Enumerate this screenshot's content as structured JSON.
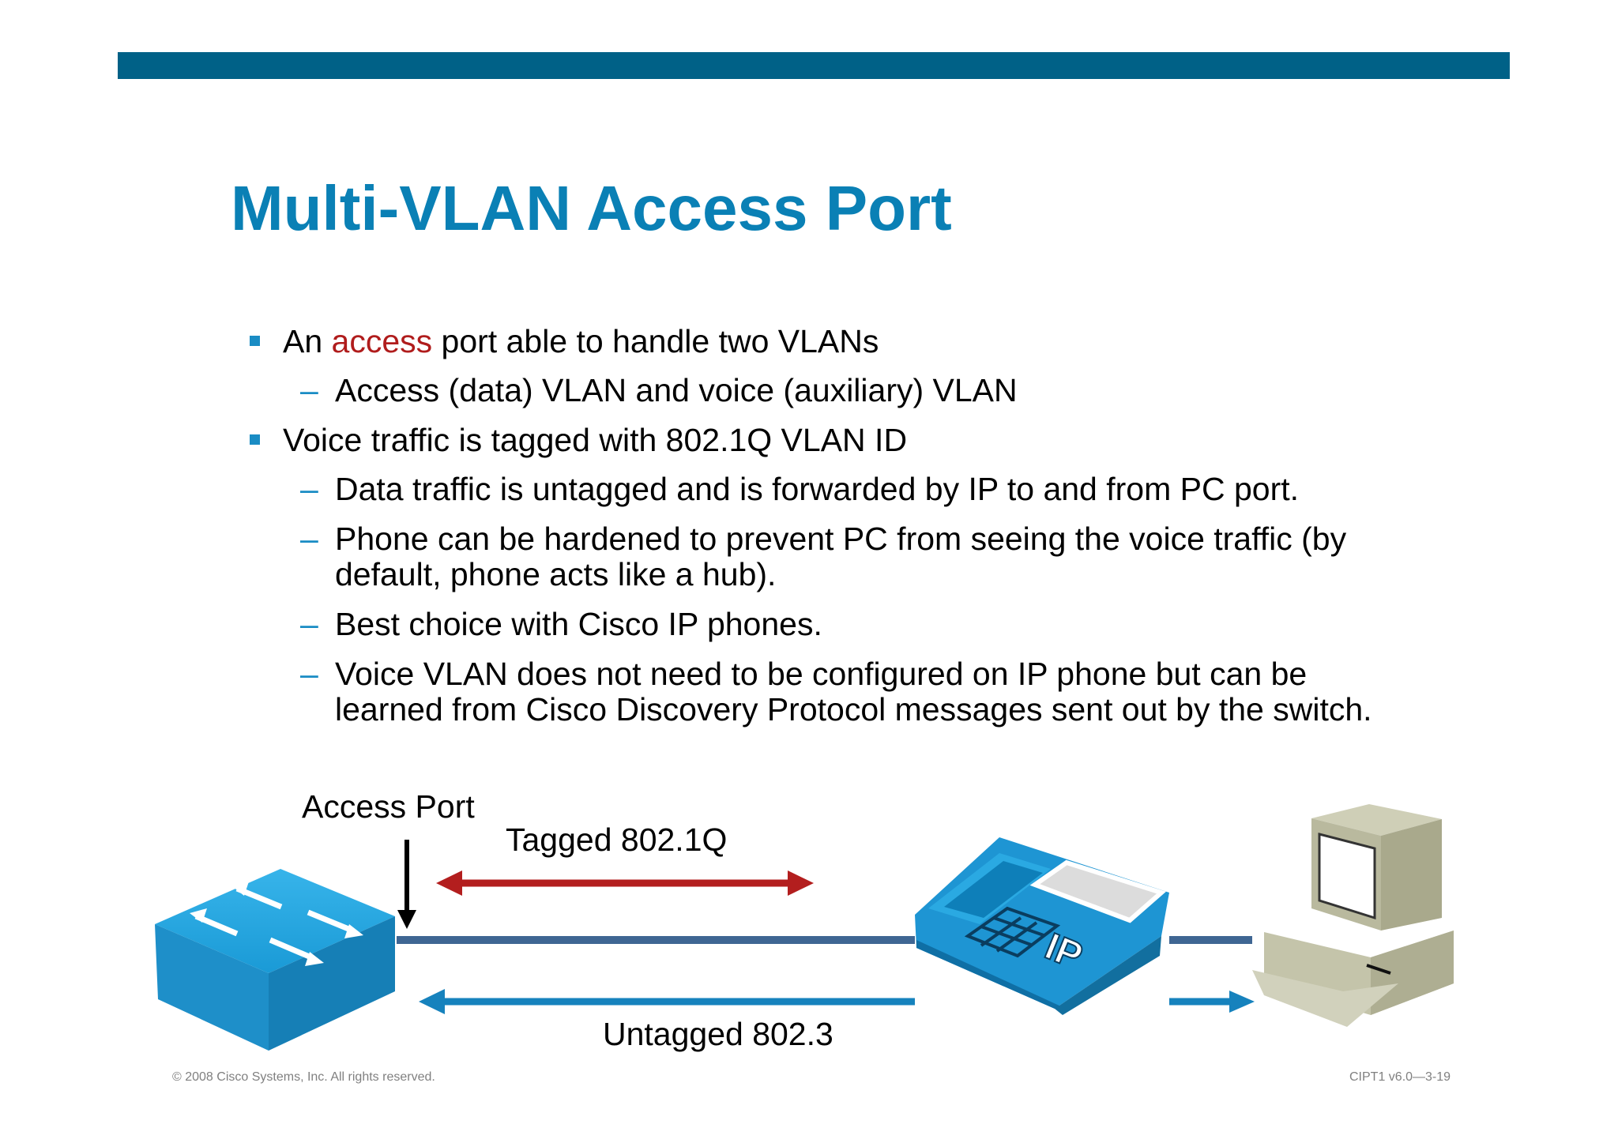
{
  "slide": {
    "title": "Multi-VLAN Access Port",
    "bullets": [
      {
        "level": 1,
        "parts": [
          {
            "text": "An ",
            "highlight": false
          },
          {
            "text": "access",
            "highlight": true
          },
          {
            "text": " port able to handle two VLANs",
            "highlight": false
          }
        ],
        "children": [
          "Access (data) VLAN and voice (auxiliary) VLAN"
        ]
      },
      {
        "level": 1,
        "parts": [
          {
            "text": "Voice traffic is tagged with 802.1Q VLAN ID",
            "highlight": false
          }
        ],
        "children": [
          "Data traffic is untagged and is forwarded by IP to and from PC port.",
          "Phone can be hardened to prevent PC from seeing the voice traffic (by default, phone acts like a hub).",
          "Best choice with Cisco IP phones.",
          "Voice VLAN does not need to be configured on IP phone but can be learned from Cisco Discovery Protocol messages sent out by the switch."
        ]
      }
    ],
    "dash_glyph": "–",
    "colors": {
      "top_bar": "#006187",
      "title": "#0a80b5",
      "bullet_marker": "#1a8cc4",
      "highlight": "#b01c1c"
    }
  },
  "diagram": {
    "access_port_label": "Access Port",
    "tagged_label": "Tagged 802.1Q",
    "untagged_label": "Untagged 802.3",
    "phone_label": "IP",
    "devices": [
      "switch-icon",
      "ip-phone-icon",
      "pc-icon"
    ],
    "colors": {
      "tagged_arrow": "#b31e1e",
      "untagged_arrow": "#1682bd",
      "link": "#3f6693",
      "device_blue": "#1aa0dc"
    }
  },
  "footer": {
    "copyright": "© 2008 Cisco Systems, Inc. All rights reserved.",
    "slide_id": "CIPT1 v6.0—3-19"
  }
}
